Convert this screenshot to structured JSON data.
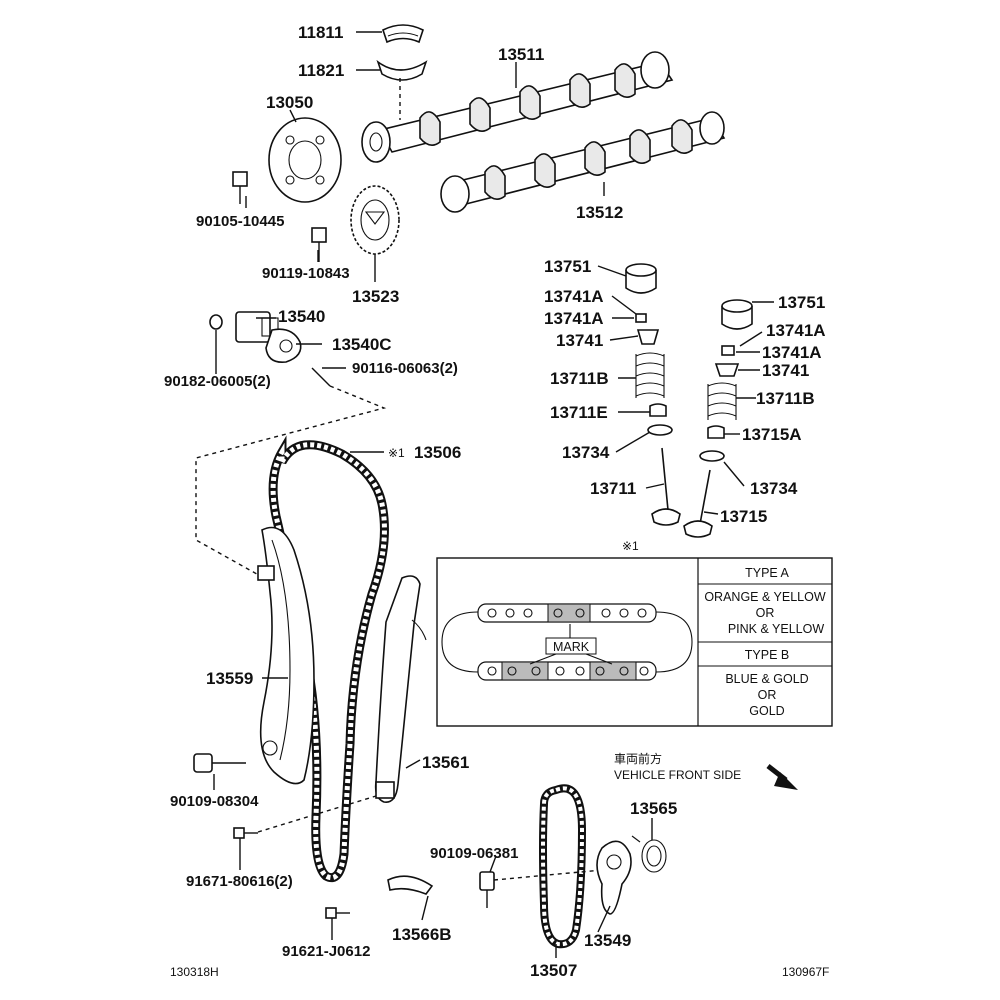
{
  "parts": {
    "p11811": "11811",
    "p11821": "11821",
    "p13511": "13511",
    "p13050": "13050",
    "p13512": "13512",
    "p90105": "90105-10445",
    "p90119": "90119-10843",
    "p13523": "13523",
    "p13540": "13540",
    "p13540c": "13540C",
    "p90182": "90182-06005(2)",
    "p90116": "90116-06063(2)",
    "p13751a": "13751",
    "p13741a_1": "13741A",
    "p13741a_2": "13741A",
    "p13741_l": "13741",
    "p13711b_l": "13711B",
    "p13711e": "13711E",
    "p13734_l": "13734",
    "p13711": "13711",
    "p13751b": "13751",
    "p13741a_3": "13741A",
    "p13741a_4": "13741A",
    "p13741_r": "13741",
    "p13711b_r": "13711B",
    "p13715a": "13715A",
    "p13734_r": "13734",
    "p13715": "13715",
    "p13506": "13506",
    "p13506_mark": "※1",
    "p13559": "13559",
    "p90109a": "90109-08304",
    "p91671": "91671-80616(2)",
    "p13561": "13561",
    "p90109b": "90109-06381",
    "p13566b": "13566B",
    "p91621": "91621-J0612",
    "p13507": "13507",
    "p13565": "13565",
    "p13549": "13549"
  },
  "inset": {
    "ref_mark": "※1",
    "type_a": "TYPE A",
    "type_a_line1": "ORANGE & YELLOW",
    "type_a_line2": "OR",
    "type_a_line3": "PINK & YELLOW",
    "type_b": "TYPE B",
    "type_b_line1": "BLUE & GOLD",
    "type_b_line2": "OR",
    "type_b_line3": "GOLD",
    "mark_label": "MARK"
  },
  "direction": {
    "japanese": "車両前方",
    "english": "VEHICLE FRONT SIDE"
  },
  "footer": {
    "left_code": "130318H",
    "right_code": "130967F"
  }
}
